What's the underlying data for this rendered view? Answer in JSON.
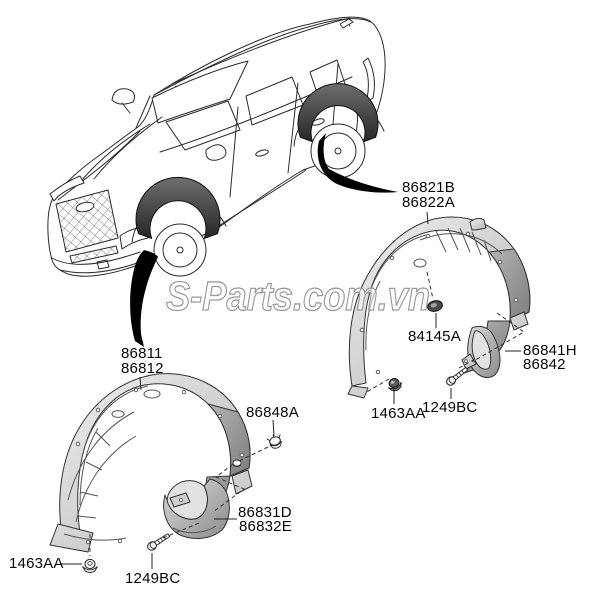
{
  "watermark": {
    "text": "S-Parts.com.vn",
    "outline_color": "#9b9b9b"
  },
  "callouts": {
    "rear_liner": {
      "line1": "86821B",
      "line2": "86822A"
    },
    "rear_grommet": {
      "line1": "84145A"
    },
    "rear_mudguard": {
      "line1": "86841H",
      "line2": "86842"
    },
    "rear_clip": {
      "line1": "1463AA"
    },
    "rear_bolt": {
      "line1": "1249BC"
    },
    "front_liner": {
      "line1": "86811",
      "line2": "86812"
    },
    "front_grommet": {
      "line1": "86848A"
    },
    "front_mudguard": {
      "line1": "86831D",
      "line2": "86832E"
    },
    "front_clip": {
      "line1": "1463AA"
    },
    "front_bolt": {
      "line1": "1249BC"
    }
  },
  "icons": {
    "vehicle": "suv-line-drawing",
    "arrows": "black-swoosh-pointer",
    "fasteners": [
      "grommet-icon",
      "clip-icon",
      "bolt-icon"
    ]
  },
  "colors": {
    "line": "#2b2b2b",
    "part_light": "#ececec",
    "part_mid": "#c6c6c6",
    "part_dark": "#8f8f8f",
    "liner_shadow": "#2e2e2e",
    "watermark": "#9b9b9b"
  }
}
